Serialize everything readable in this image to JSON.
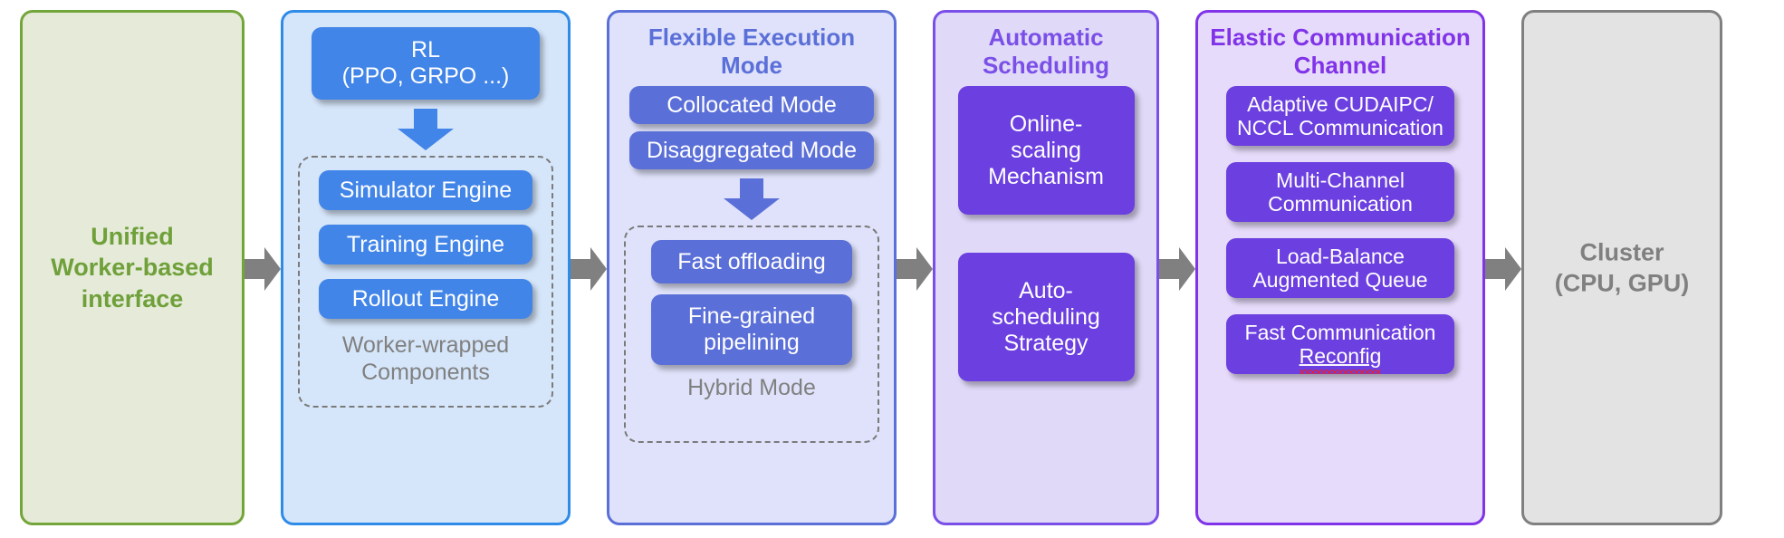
{
  "diagram": {
    "title": "RL system architecture pipeline",
    "colors": {
      "green_stage": "#74A53A",
      "blue_stage": "#2E8BE8",
      "indigo_stage": "#5B6FD8",
      "lilac_stage": "#7A4FE8",
      "purple_stage": "#8033E8",
      "gray_stage": "#808080",
      "chip_blue": "#4285E8",
      "chip_indigo": "#5B6FD8",
      "chip_purple": "#6C3FE0",
      "arrow_gray": "#808080",
      "spellcheck_red": "#F02020"
    }
  },
  "stages": {
    "unified_interface": {
      "label": "Unified\nWorker-based\ninterface",
      "line1": "Unified",
      "line2": "Worker-based",
      "line3": "interface"
    },
    "rl_engines": {
      "top_chip_line1": "RL",
      "top_chip_line2": "(PPO, GRPO ...)",
      "chips": [
        {
          "label": "Simulator Engine"
        },
        {
          "label": "Training Engine"
        },
        {
          "label": "Rollout Engine"
        }
      ],
      "group_caption_line1": "Worker-wrapped",
      "group_caption_line2": "Components"
    },
    "flexible_execution": {
      "heading_line1": "Flexible Execution",
      "heading_line2": "Mode",
      "mode_chips": [
        {
          "label": "Collocated Mode"
        },
        {
          "label": "Disaggregated Mode"
        }
      ],
      "hybrid_chips": [
        {
          "line1": "Fast offloading",
          "line2": ""
        },
        {
          "line1": "Fine-grained",
          "line2": "pipelining"
        }
      ],
      "group_caption": "Hybrid Mode"
    },
    "automatic_scheduling": {
      "heading_line1": "Automatic",
      "heading_line2": "Scheduling",
      "chips": [
        {
          "line1": "Online-",
          "line2": "scaling",
          "line3": "Mechanism"
        },
        {
          "line1": "Auto-",
          "line2": "scheduling",
          "line3": "Strategy"
        }
      ]
    },
    "elastic_communication": {
      "heading_line1": "Elastic Communication",
      "heading_line2": "Channel",
      "chips": [
        {
          "line1": "Adaptive CUDAIPC/",
          "line2": "NCCL Communication",
          "misspelled": ""
        },
        {
          "line1": "Multi-Channel",
          "line2": "Communication",
          "misspelled": ""
        },
        {
          "line1": "Load-Balance",
          "line2": "Augmented Queue",
          "misspelled": ""
        },
        {
          "line1": "Fast Communication",
          "line2": "",
          "misspelled": "Reconfig"
        }
      ]
    },
    "cluster": {
      "line1": "Cluster",
      "line2": "(CPU, GPU)"
    }
  },
  "arrows": {
    "flow": [
      {
        "name": "arrow-interface-to-engines"
      },
      {
        "name": "arrow-engines-to-execution"
      },
      {
        "name": "arrow-execution-to-scheduling"
      },
      {
        "name": "arrow-scheduling-to-communication"
      },
      {
        "name": "arrow-communication-to-cluster"
      }
    ],
    "down": [
      {
        "name": "arrow-rl-to-components"
      },
      {
        "name": "arrow-modes-to-hybrid"
      }
    ]
  }
}
